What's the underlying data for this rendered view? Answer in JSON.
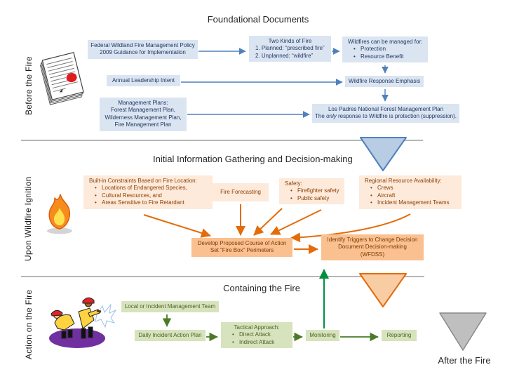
{
  "sections": {
    "before": {
      "label": "Before the Fire",
      "title": "Foundational Documents"
    },
    "upon": {
      "label": "Upon Wildfire Ignition",
      "title": "Initial Information Gathering and Decision-making"
    },
    "action": {
      "label": "Action on the Fire",
      "title": "Containing the Fire"
    },
    "after": {
      "label": "After the Fire"
    }
  },
  "foundational": {
    "federal_policy": {
      "line1": "Federal Wildland Fire Management Policy",
      "line2": "2009 Guidance for Implementation"
    },
    "two_kinds": {
      "title": "Two Kinds of Fire",
      "item1": "1.  Planned: “prescribed fire”",
      "item2": "2.  Unplanned:  “wildfire”"
    },
    "managed_for": {
      "title": "Wildfires can be managed for:",
      "items": [
        "Protection",
        "Resource Benefit"
      ]
    },
    "annual_intent": "Annual Leadership Intent",
    "response_emphasis": "Wildfire Response Emphasis",
    "management_plans": {
      "line1": "Management Plans:",
      "line2": "Forest Management Plan,",
      "line3": "Wilderness Management Plan,",
      "line4": "Fire Management Plan"
    },
    "los_padres": {
      "line1": "Los Padres National Forest Management Plan",
      "line2_pre": "The ",
      "line2_em": "only",
      "line2_post": " response to Wildfire is protection (suppression)."
    }
  },
  "gathering": {
    "constraints": {
      "title": "Built-in Constraints Based on Fire Location:",
      "items": [
        "Locations of Endangered Species,",
        "Cultural Resources,  and",
        "Areas Sensitive to Fire Retardant"
      ]
    },
    "forecasting": "Fire Forecasting",
    "safety": {
      "title": "Safety:",
      "items": [
        "Firefighter safety",
        "Public safety"
      ]
    },
    "regional": {
      "title": "Regional Resource Availability:",
      "items": [
        "Crews",
        "Aircraft",
        "Incident Management Teams"
      ]
    },
    "develop": {
      "line1": "Develop Proposed Course of Action",
      "line2": "Set “Fire Box” Perimeters"
    },
    "identify": {
      "line1": "Identify Triggers to Change Decision",
      "line2": "Document Decision-making",
      "line3": "(WFDSS)"
    }
  },
  "containing": {
    "team": "Local or Incident Management Team",
    "daily_plan": "Daily Incident Action Plan",
    "tactical": {
      "title": "Tactical Approach:",
      "items": [
        "Direct Attack",
        "Indirect Attack"
      ]
    },
    "monitoring": "Monitoring",
    "reporting": "Reporting"
  },
  "icons": {
    "before": "document-stack-icon",
    "upon": "flame-icon",
    "action": "firefighters-icon",
    "funnels": [
      "blue-funnel-triangle",
      "orange-funnel-triangle",
      "gray-funnel-triangle"
    ]
  },
  "colors": {
    "blue_box_fill": "#dbe5f1",
    "blue_text": "#1f3864",
    "blue_arrow": "#4f81bd",
    "blue_triangle_fill": "#b8cce4",
    "orange_box_fill": "#fdeada",
    "orange_box_dark_fill": "#fac090",
    "orange_text": "#8d4108",
    "orange_arrow": "#e36c0a",
    "orange_triangle_fill": "#f9cda4",
    "green_box_fill": "#d6e3bc",
    "green_text": "#4f6228",
    "green_arrow": "#4c7a28",
    "green_arrow_bright": "#00913f",
    "gray_triangle_fill": "#bfbfbf",
    "divider": "#6d6d6d"
  }
}
